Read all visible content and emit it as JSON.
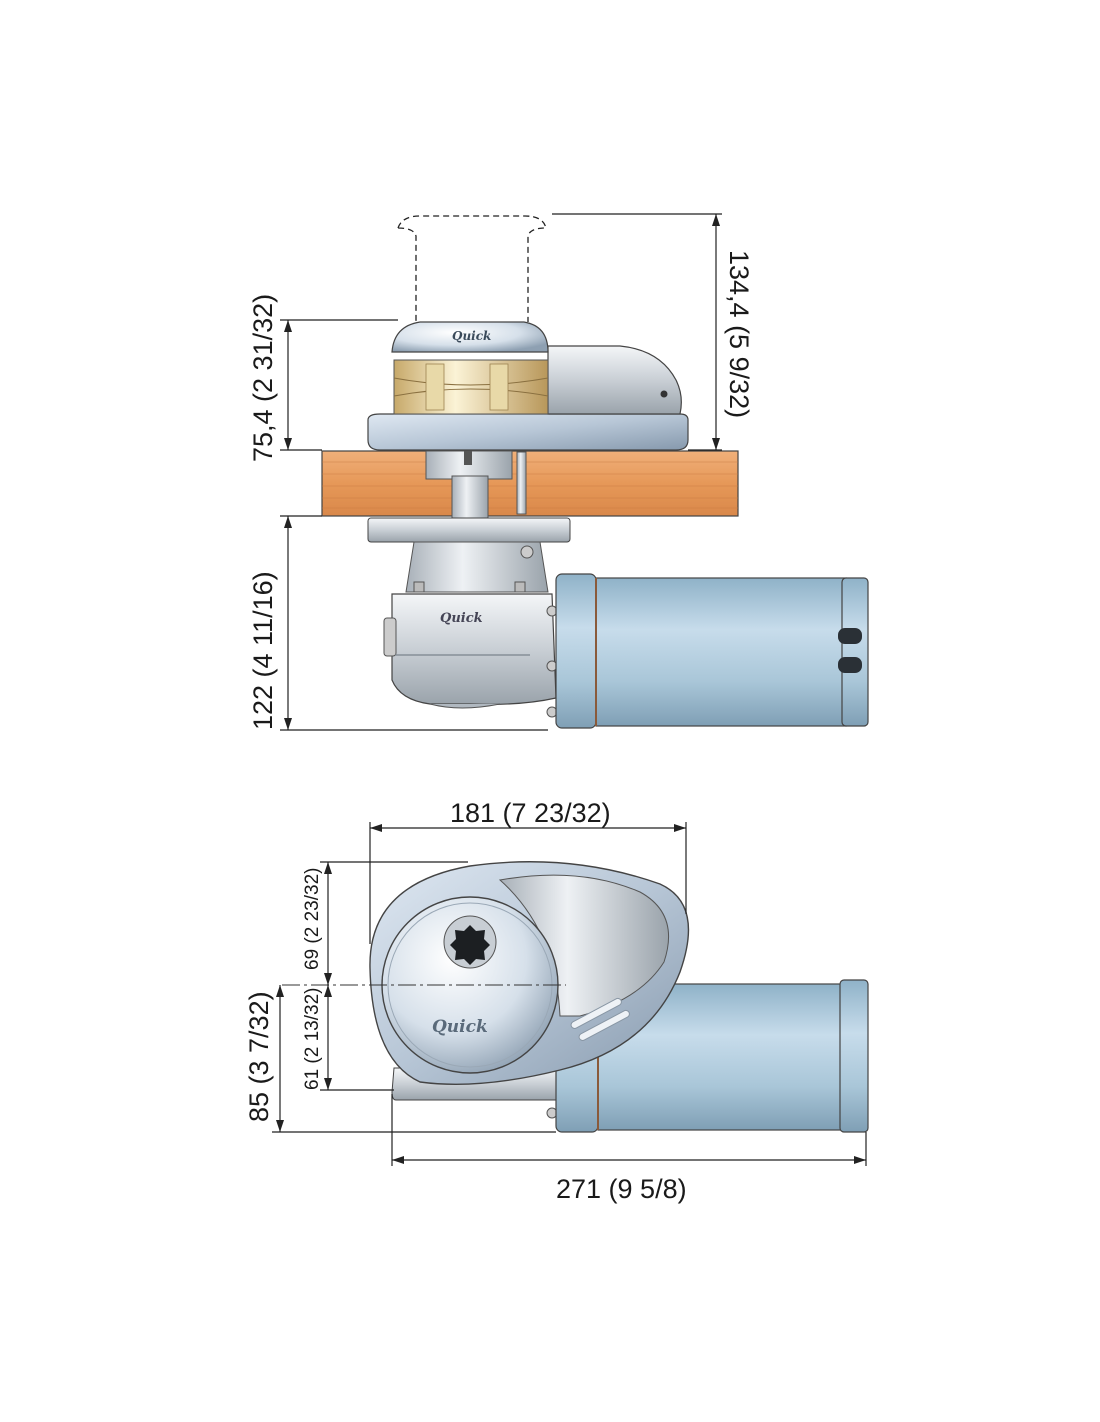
{
  "brand": "Quick",
  "dimensions": {
    "height_above_deck": "134,4 (5 9/32)",
    "chain_wheel_height": "75,4 (2 31/32)",
    "height_below_deck": "122 (4 11/16)",
    "width_top": "181 (7 23/32)",
    "front_depth": "69 (2 23/32)",
    "rear_depth": "61 (2 13/32)",
    "motor_depth": "85 (3 7/32)",
    "overall_length": "271 (9 5/8)"
  },
  "colors": {
    "deck_wood": "#e79a5c",
    "motor_blue": "#a9c6d8",
    "chrome": "#d8dde2",
    "gypsy_gold": "#efe2b4"
  }
}
